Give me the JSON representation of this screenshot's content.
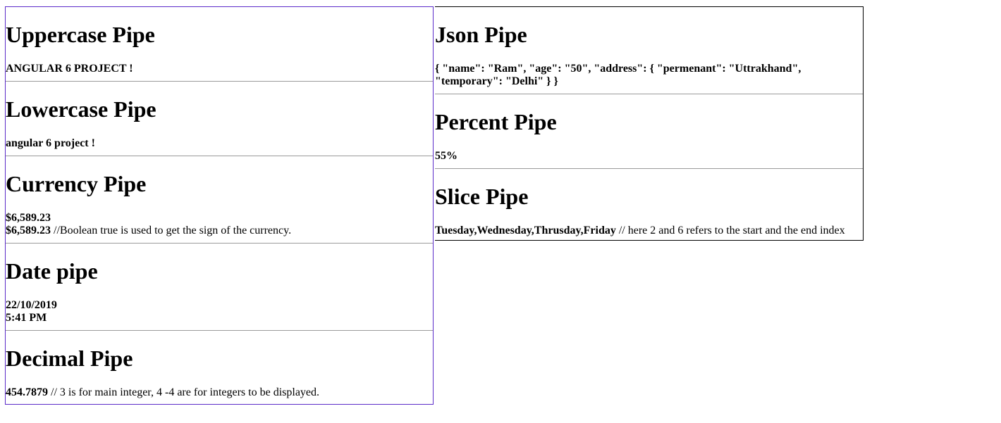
{
  "left_column": {
    "uppercase": {
      "heading": "Uppercase Pipe",
      "value": "ANGULAR 6 PROJECT !"
    },
    "lowercase": {
      "heading": "Lowercase Pipe",
      "value": "angular 6 project !"
    },
    "currency": {
      "heading": "Currency Pipe",
      "value1": "$6,589.23",
      "value2": "$6,589.23",
      "comment": " //Boolean true is used to get the sign of the currency."
    },
    "date": {
      "heading": "Date pipe",
      "date_value": "22/10/2019",
      "time_value": "5:41 PM"
    },
    "decimal": {
      "heading": "Decimal Pipe",
      "value": "454.7879",
      "comment": " // 3 is for main integer, 4 -4 are for integers to be displayed."
    }
  },
  "right_column": {
    "json": {
      "heading": "Json Pipe",
      "value": "{ \"name\": \"Ram\", \"age\": \"50\", \"address\": { \"permenant\": \"Uttrakhand\", \"temporary\": \"Delhi\" } }"
    },
    "percent": {
      "heading": "Percent Pipe",
      "value": "55%"
    },
    "slice": {
      "heading": "Slice Pipe",
      "value": "Tuesday,Wednesday,Thrusday,Friday",
      "comment": " // here 2 and 6 refers to the start and the end index"
    }
  },
  "colors": {
    "left_border": "#5b2bc9",
    "right_border": "#000000",
    "divider": "#9a9a9a"
  }
}
